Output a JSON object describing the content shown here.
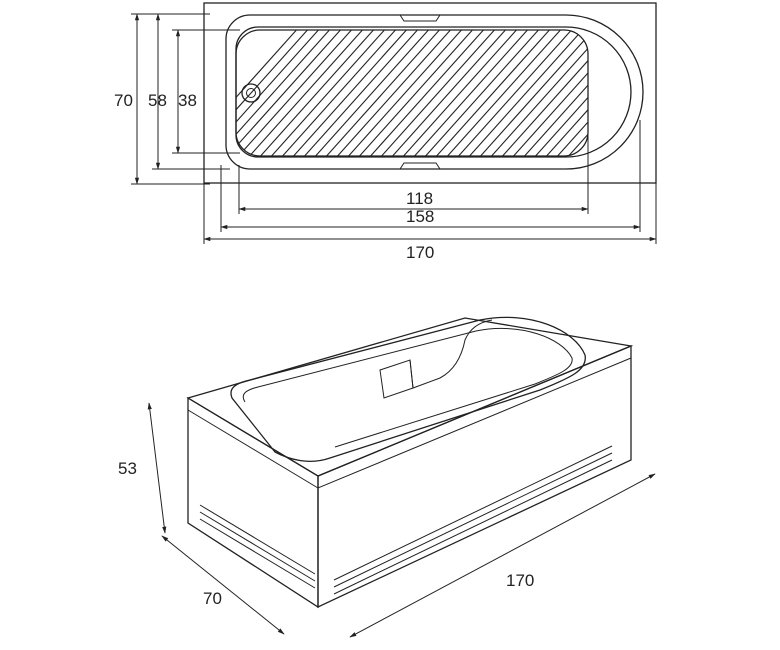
{
  "top_view": {
    "dim_width_outer": "70",
    "dim_width_inner": "58",
    "dim_width_base": "38",
    "dim_length_base": "118",
    "dim_length_inner": "158",
    "dim_length_outer": "170"
  },
  "iso_view": {
    "dim_height": "53",
    "dim_depth": "70",
    "dim_length": "170"
  },
  "colors": {
    "line": "#222222",
    "background": "#ffffff"
  }
}
